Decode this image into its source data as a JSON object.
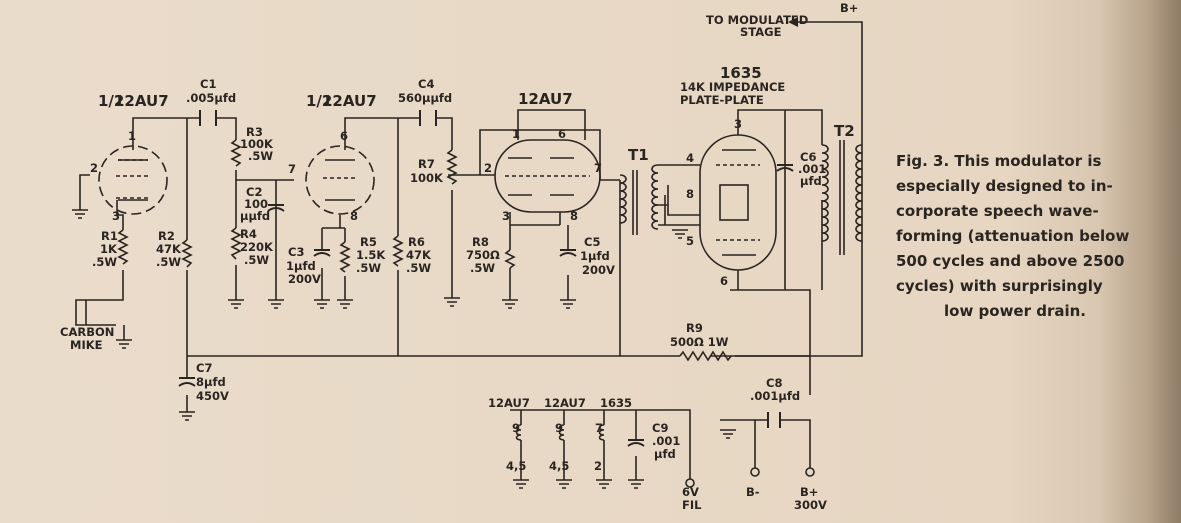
{
  "figure": {
    "caption_lines": [
      "Fig. 3. This modulator is",
      "especially designed to in-",
      "corporate speech wave-",
      "forming (attenuation below",
      "500 cycles and above 2500",
      "cycles) with surprisingly",
      "low power drain."
    ]
  },
  "tubes": {
    "v1": {
      "frac": "1/2",
      "type": "12AU7"
    },
    "v2": {
      "frac": "1/2",
      "type": "12AU7"
    },
    "v3": {
      "type": "12AU7"
    },
    "v4": {
      "type": "1635",
      "note1": "14K IMPEDANCE",
      "note2": "PLATE-PLATE"
    }
  },
  "components": {
    "c1": [
      "C1",
      ".005μfd"
    ],
    "r3": [
      "R3",
      "100K",
      ".5W"
    ],
    "c2": [
      "C2",
      "100",
      "μμfd"
    ],
    "r4": [
      "R4",
      "220K",
      ".5W"
    ],
    "r1": [
      "R1",
      "1K",
      ".5W"
    ],
    "r2": [
      "R2",
      "47K",
      ".5W"
    ],
    "c3": [
      "C3",
      "1μfd",
      "200V"
    ],
    "r5": [
      "R5",
      "1.5K",
      ".5W"
    ],
    "c4": [
      "C4",
      "560μμfd"
    ],
    "r7": [
      "R7",
      "100K"
    ],
    "r6": [
      "R6",
      "47K",
      ".5W"
    ],
    "r8": [
      "R8",
      "750Ω",
      ".5W"
    ],
    "c5": [
      "C5",
      "1μfd",
      "200V"
    ],
    "t1": [
      "T1"
    ],
    "t2": [
      "T2"
    ],
    "c6": [
      "C6",
      ".001",
      "μfd"
    ],
    "r9": [
      "R9",
      "500Ω 1W"
    ],
    "c7": [
      "C7",
      "8μfd",
      "450V"
    ],
    "c8": [
      "C8",
      ".001μfd"
    ],
    "c9": [
      "C9",
      ".001",
      "μfd"
    ]
  },
  "labels": {
    "b_plus_top": "B+",
    "to_mod_1": "TO MODULATED",
    "to_mod_2": "STAGE",
    "carbon": "CARBON",
    "mike": "MIKE",
    "fil_6v": "6V",
    "fil": "FIL",
    "b_minus": "B-",
    "b_plus": "B+",
    "v300": "300V",
    "heater_tubes": [
      "12AU7",
      "12AU7",
      "1635"
    ],
    "heater_pins_top": [
      "9",
      "9",
      "7"
    ],
    "heater_pins_bot": [
      "4,5",
      "4,5",
      "2"
    ]
  },
  "pins": {
    "v1": [
      "1",
      "2",
      "3"
    ],
    "v2": [
      "6",
      "7",
      "8"
    ],
    "v3": [
      "1",
      "6",
      "2",
      "7",
      "3",
      "8"
    ],
    "v4": [
      "3",
      "4",
      "8",
      "5",
      "6"
    ]
  }
}
